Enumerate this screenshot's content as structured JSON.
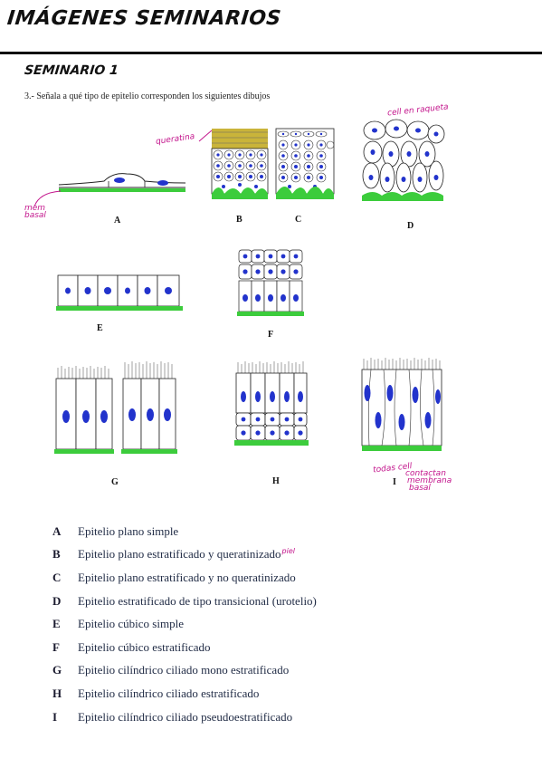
{
  "header": {
    "title": "Imágenes seminarios"
  },
  "section": {
    "title": "Seminario 1"
  },
  "question": "3.- Señala a qué tipo de epitelio corresponden los siguientes dibujos",
  "figures": {
    "A": "A",
    "B": "B",
    "C": "C",
    "D": "D",
    "E": "E",
    "F": "F",
    "G": "G",
    "H": "H",
    "I": "I"
  },
  "notes": {
    "membrana_basal": [
      "mem",
      "basal"
    ],
    "queratina": "queratina",
    "cell_en_raqueta": [
      "cell en",
      "raqueta"
    ],
    "todas_cell": [
      "todas cell",
      "contactan",
      "membrana",
      "basal"
    ]
  },
  "answers": [
    {
      "letter": "A",
      "text": "Epitelio plano simple",
      "note": ""
    },
    {
      "letter": "B",
      "text": "Epitelio plano estratificado y queratinizado",
      "note": "piel"
    },
    {
      "letter": "C",
      "text": "Epitelio plano estratificado y no queratinizado",
      "note": ""
    },
    {
      "letter": "D",
      "text": "Epitelio estratificado de tipo transicional (urotelio)",
      "note": ""
    },
    {
      "letter": "E",
      "text": "Epitelio cúbico simple",
      "note": ""
    },
    {
      "letter": "F",
      "text": "Epitelio cúbico estratificado",
      "note": ""
    },
    {
      "letter": "G",
      "text": "Epitelio cilíndrico ciliado mono estratificado",
      "note": ""
    },
    {
      "letter": "H",
      "text": "Epitelio cilíndrico ciliado estratificado",
      "note": ""
    },
    {
      "letter": "I",
      "text": "Epitelio cilíndrico ciliado pseudoestratificado",
      "note": ""
    }
  ],
  "colors": {
    "nucleus": "#2233cc",
    "basement": "#3ccc3c",
    "keratin": "#c9b43a",
    "annotation": "#c3158c"
  }
}
